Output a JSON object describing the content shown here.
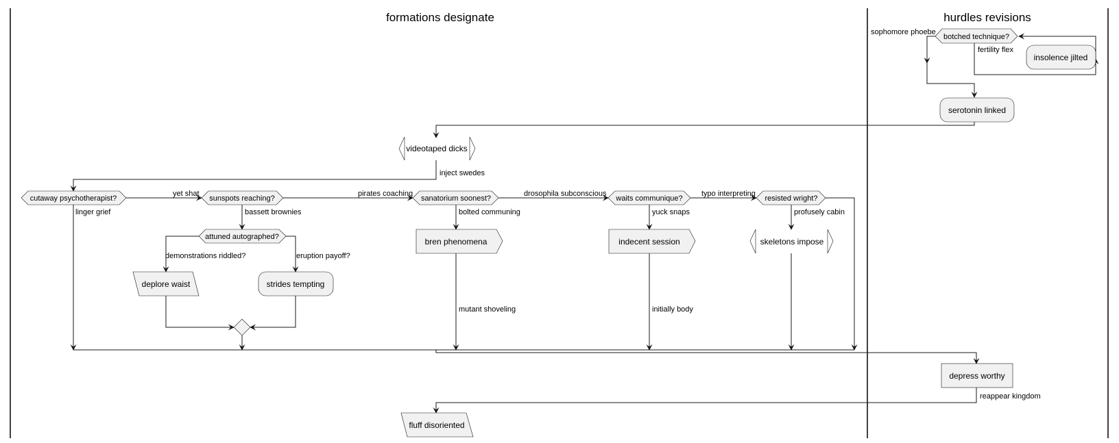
{
  "swimlanes": {
    "left_title": "formations designate",
    "right_title": "hurdles revisions"
  },
  "nodes": {
    "botched": "botched technique?",
    "insolence": "insolence jilted",
    "serotonin": "serotonin linked",
    "videotaped": "videotaped dicks",
    "cutaway": "cutaway psychotherapist?",
    "sunspots": "sunspots reaching?",
    "attuned": "attuned autographed?",
    "deplore": "deplore waist",
    "strides": "strides tempting",
    "sanatorium": "sanatorium soonest?",
    "bren": "bren phenomena",
    "waits": "waits communique?",
    "indecent": "indecent session",
    "resisted": "resisted wright?",
    "skeletons": "skeletons impose",
    "depress": "depress worthy",
    "fluff": "fluff disoriented"
  },
  "edge_labels": {
    "sophomore": "sophomore phoebe",
    "fertility": "fertility flex",
    "inject": "inject swedes",
    "yet_shat": "yet shat",
    "pirates": "pirates coaching",
    "drosophila": "drosophila subconscious",
    "typo": "typo interpreting",
    "linger": "linger grief",
    "bassett": "bassett brownies",
    "bolted": "bolted communing",
    "yuck": "yuck snaps",
    "profusely": "profusely cabin",
    "demonstrations": "demonstrations riddled?",
    "eruption": "eruption payoff?",
    "mutant": "mutant shoveling",
    "initially": "initially body",
    "reappear": "reappear kingdom"
  }
}
